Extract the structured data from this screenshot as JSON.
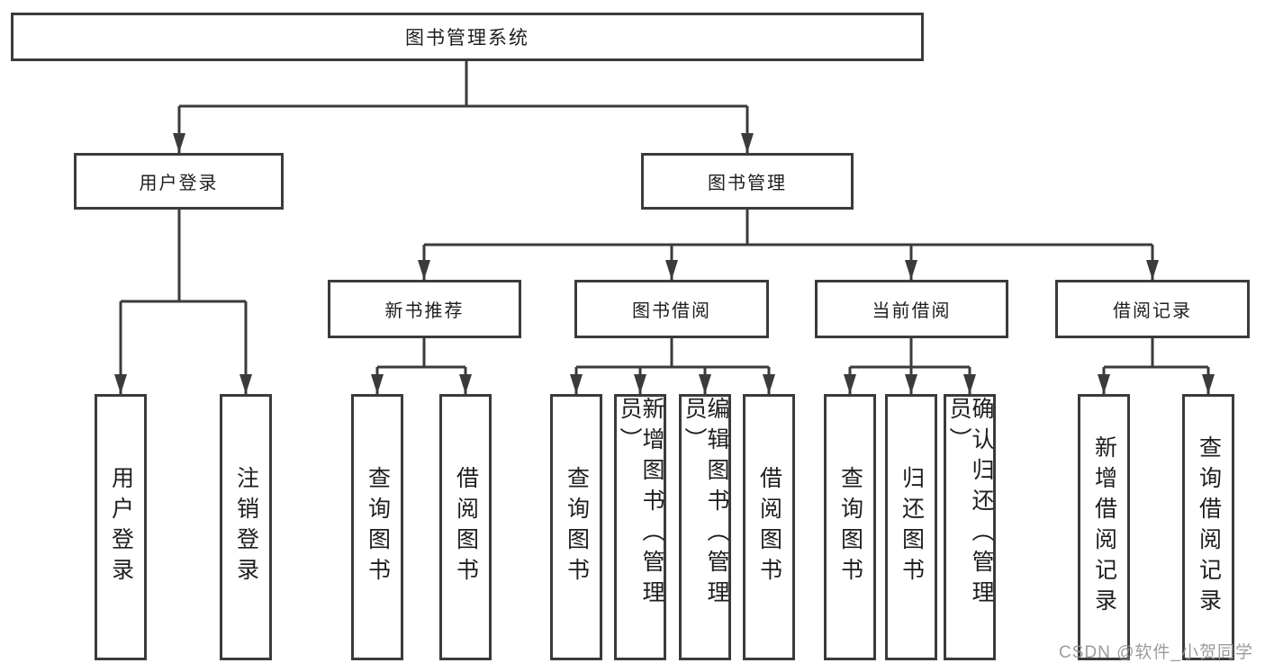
{
  "watermark": "CSDN @软件_小贺同学",
  "colors": {
    "line": "#3b3b3b",
    "box_border": "#3b3b3b",
    "box_fill": "#ffffff",
    "text": "#1e1e1e",
    "watermark": "#949494",
    "background": "#ffffff"
  },
  "tree": {
    "label": "图书管理系统",
    "children": [
      {
        "label": "用户登录",
        "children": [
          {
            "label": "用户登录"
          },
          {
            "label": "注销登录"
          }
        ]
      },
      {
        "label": "图书管理",
        "children": [
          {
            "label": "新书推荐",
            "children": [
              {
                "label": "查询图书"
              },
              {
                "label": "借阅图书"
              }
            ]
          },
          {
            "label": "图书借阅",
            "children": [
              {
                "label": "查询图书"
              },
              {
                "label": "新增图书（管理员）"
              },
              {
                "label": "编辑图书（管理员）"
              },
              {
                "label": "借阅图书"
              }
            ]
          },
          {
            "label": "当前借阅",
            "children": [
              {
                "label": "查询图书"
              },
              {
                "label": "归还图书"
              },
              {
                "label": "确认归还（管理员）"
              }
            ]
          },
          {
            "label": "借阅记录",
            "children": [
              {
                "label": "新增借阅记录"
              },
              {
                "label": "查询借阅记录"
              }
            ]
          }
        ]
      }
    ]
  }
}
